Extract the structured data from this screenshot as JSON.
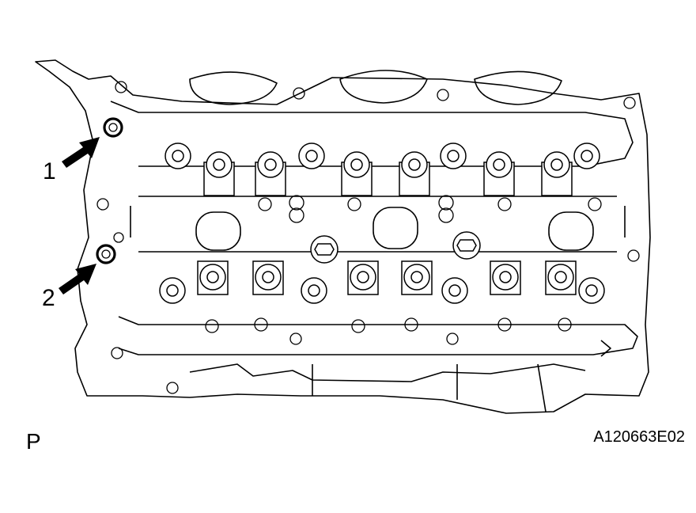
{
  "figure": {
    "view_label": "P",
    "figure_code": "A120663E02"
  },
  "callouts": [
    {
      "label": "1"
    },
    {
      "label": "2"
    }
  ]
}
